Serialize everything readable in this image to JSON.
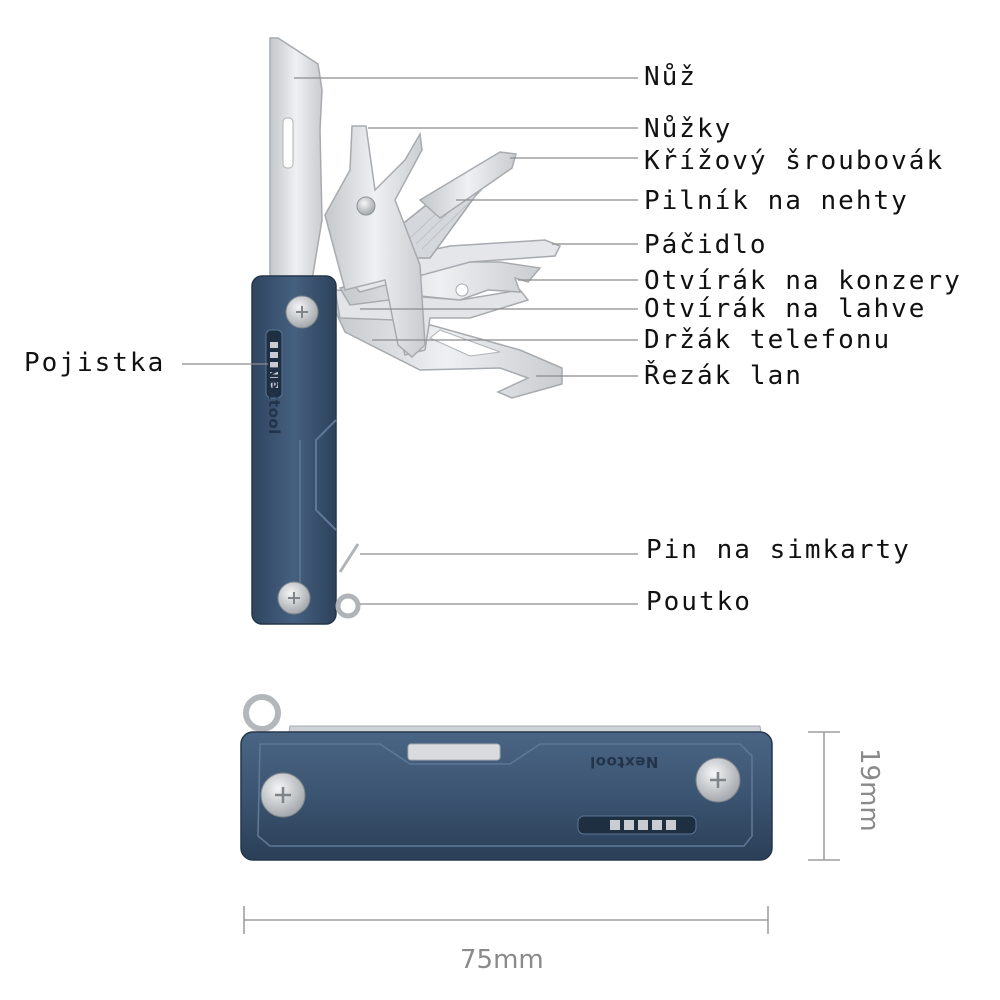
{
  "callouts": {
    "nuz": "Nůž",
    "nuzky": "Nůžky",
    "krizovy_sroubovak": "Křížový šroubovák",
    "pilnik": "Pilník na nehty",
    "pacidlo": "Páčidlo",
    "otvirak_konzervy": "Otvírák na konzery",
    "otvirak_lahve": "Otvírák na lahve",
    "drzak_telefonu": "Držák telefonu",
    "rezak_lan": "Řezák lan",
    "pojistka": "Pojistka",
    "pin_simkarty": "Pin na simkarty",
    "poutko": "Poutko"
  },
  "dimensions": {
    "height": "19mm",
    "length": "75mm"
  },
  "brand": "Nextool",
  "colors": {
    "handle": "#3b5471",
    "handle_dark": "#2b3f57",
    "steel": "#d7d9dc",
    "leader": "#8c8c8c",
    "dimension": "#8a8a8a"
  }
}
